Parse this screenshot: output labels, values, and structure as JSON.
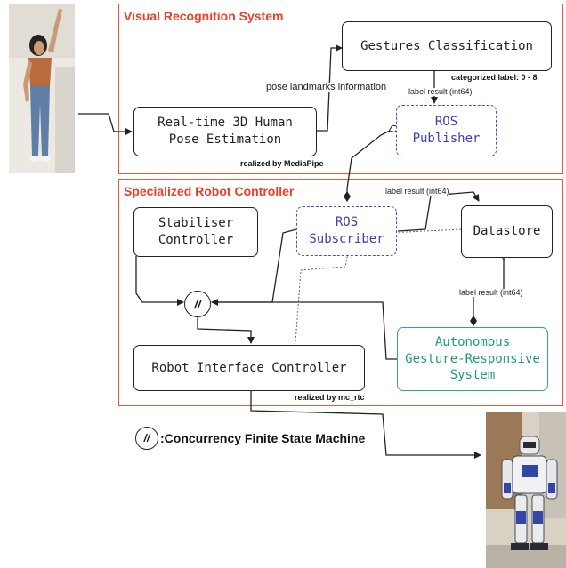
{
  "groups": {
    "visual": {
      "title": "Visual Recognition System"
    },
    "robot": {
      "title": "Specialized Robot Controller"
    }
  },
  "nodes": {
    "gestures": "Gestures Classification",
    "pose": "Real-time 3D Human\nPose Estimation",
    "publisher": "ROS\nPublisher",
    "stabiliser": "Stabiliser\nController",
    "subscriber": "ROS\nSubscriber",
    "datastore": "Datastore",
    "autonomous": "Autonomous\nGesture-Responsive\nSystem",
    "robot_interface": "Robot Interface Controller",
    "cfsm": "//"
  },
  "notes": {
    "categorized": "categorized label: 0 - 8",
    "mediapipe": "realized by MediaPipe",
    "mc_rtc": "realized by mc_rtc"
  },
  "edge_labels": {
    "pose_info": "pose landmarks information",
    "label1": "label result (int64)",
    "label2": "label result (int64)",
    "label3": "label result (int64)"
  },
  "legend": {
    "symbol": "//",
    "text": ":Concurrency Finite State Machine"
  },
  "colors": {
    "group_border": "#e8593c",
    "group_title": "#e8402a",
    "ros": "#3b42b0",
    "autonomous": "#1f9a82"
  }
}
